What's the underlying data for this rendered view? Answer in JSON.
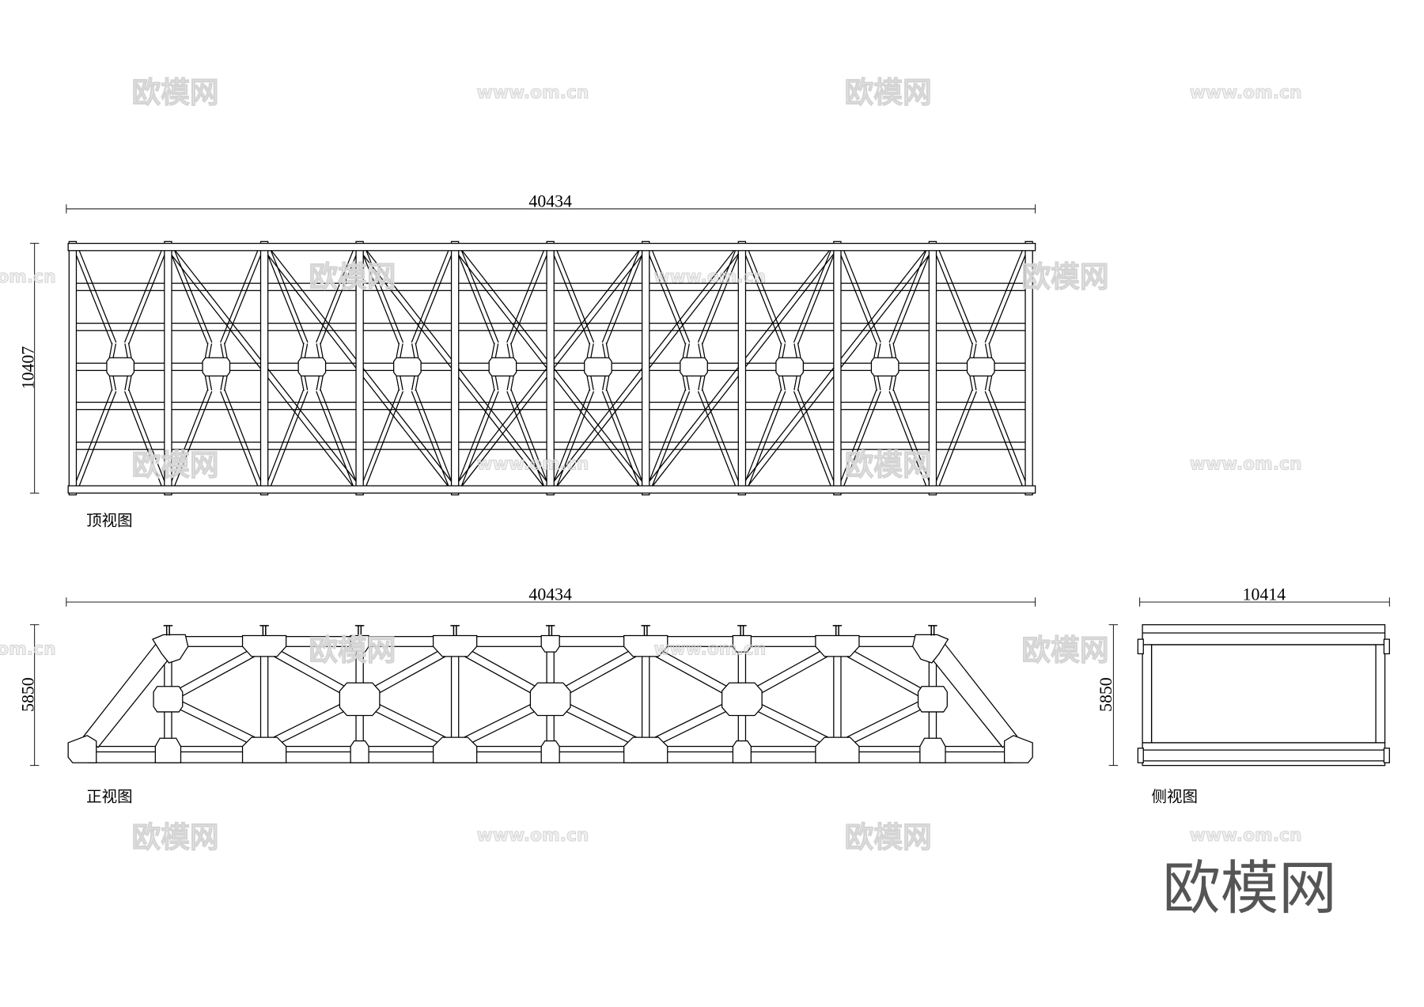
{
  "views": {
    "top": {
      "title": "顶视图",
      "length": "40434",
      "width": "10407"
    },
    "front": {
      "title": "正视图",
      "length": "40434",
      "height": "5850"
    },
    "side": {
      "title": "侧视图",
      "width": "10414",
      "height": "5850"
    }
  },
  "watermark": {
    "brand": "欧模网",
    "site": "www.om.cn"
  },
  "logo": {
    "text": "欧模网"
  },
  "colors": {
    "ink": "#000000",
    "background": "#ffffff",
    "watermark": "#d4d4d4",
    "logo": "#555555"
  }
}
